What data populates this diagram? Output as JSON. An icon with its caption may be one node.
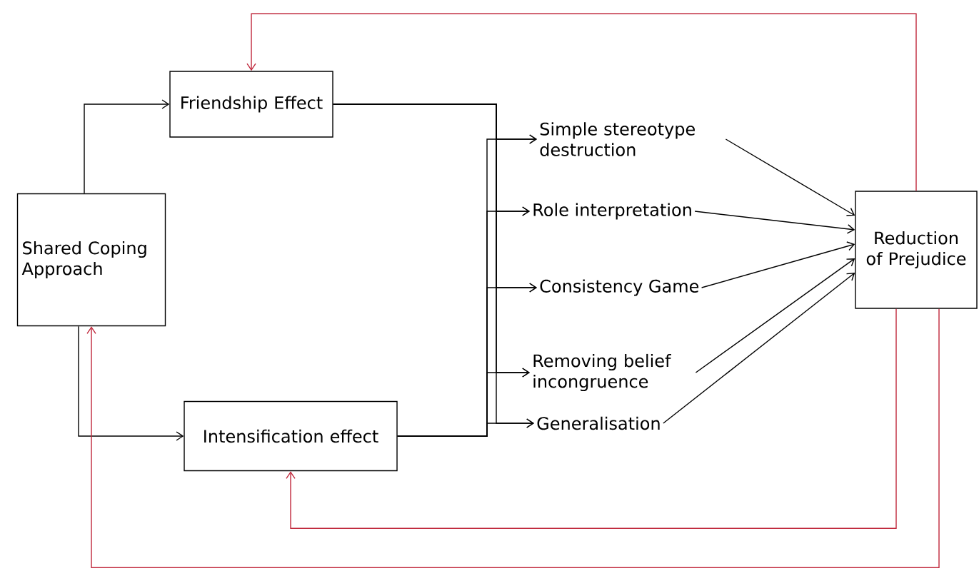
{
  "diagram": {
    "nodes": [
      {
        "text": [
          "Shared Coping Approach"
        ]
      },
      {
        "text": [
          "Friendship Effect"
        ]
      },
      {
        "text": [
          "Intensification effect"
        ]
      },
      {
        "text": [
          "Simple stereotype destruction"
        ]
      },
      {
        "text": [
          "Role interpretation"
        ]
      },
      {
        "text": [
          "Consistency Game"
        ]
      },
      {
        "text": [
          "Removing belief incongruence"
        ]
      },
      {
        "text": [
          "Generalisation"
        ]
      },
      {
        "text": [
          "Reduction of Prejudice"
        ]
      }
    ],
    "edges": [
      {
        "from": 0,
        "to": 1,
        "arrow": "to"
      },
      {
        "from": 0,
        "to": 2,
        "arrow": "to"
      },
      {
        "from": 1,
        "to": 3,
        "arrow": "to"
      },
      {
        "from": 1,
        "to": 4,
        "arrow": "to"
      },
      {
        "from": 1,
        "to": 5,
        "arrow": "to"
      },
      {
        "from": 1,
        "to": 6,
        "arrow": "to"
      },
      {
        "from": 1,
        "to": 7,
        "arrow": "to"
      },
      {
        "from": 2,
        "to": 3,
        "arrow": "to"
      },
      {
        "from": 2,
        "to": 4,
        "arrow": "to"
      },
      {
        "from": 2,
        "to": 5,
        "arrow": "to"
      },
      {
        "from": 2,
        "to": 6,
        "arrow": "to"
      },
      {
        "from": 2,
        "to": 7,
        "arrow": "to"
      },
      {
        "from": 3,
        "to": 8,
        "arrow": "to"
      },
      {
        "from": 4,
        "to": 8,
        "arrow": "to"
      },
      {
        "from": 5,
        "to": 8,
        "arrow": "to"
      },
      {
        "from": 6,
        "to": 8,
        "arrow": "to"
      },
      {
        "from": 7,
        "to": 8,
        "arrow": "to"
      },
      {
        "from": 8,
        "to": 1,
        "arrow": "to",
        "color": "#c0283c"
      },
      {
        "from": 8,
        "to": 2,
        "arrow": "to",
        "color": "#c0283c"
      },
      {
        "from": 8,
        "to": 0,
        "arrow": "to",
        "color": "#c0283c"
      }
    ]
  }
}
